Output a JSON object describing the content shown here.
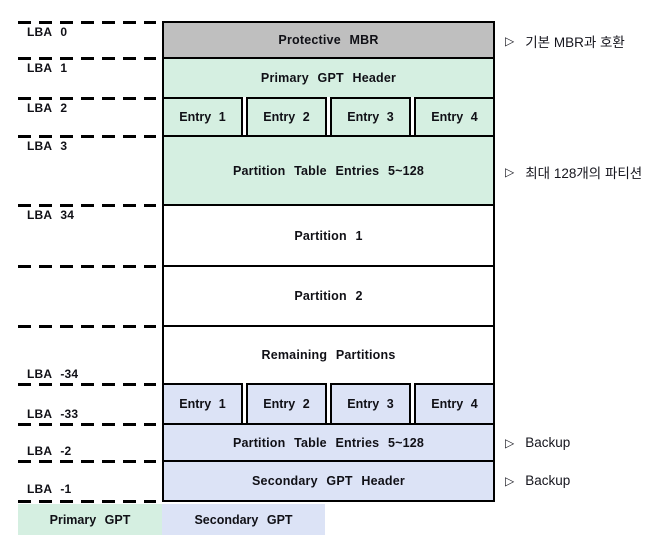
{
  "colors": {
    "gray": "#bfbfbf",
    "green": "#d5efe1",
    "blue": "#dce3f6",
    "border": "#000000"
  },
  "lba_labels": {
    "lba0": "LBA 0",
    "lba1": "LBA 1",
    "lba2": "LBA 2",
    "lba3": "LBA 3",
    "lba34": "LBA 34",
    "lban34": "LBA -34",
    "lban33": "LBA -33",
    "lban2": "LBA -2",
    "lban1": "LBA -1"
  },
  "boxes": {
    "protective_mbr": "Protective MBR",
    "primary_gpt_header": "Primary GPT Header",
    "entries_primary": [
      "Entry 1",
      "Entry 2",
      "Entry 3",
      "Entry 4"
    ],
    "pt_entries_primary": "Partition Table Entries 5~128",
    "partition1": "Partition 1",
    "partition2": "Partition 2",
    "remaining": "Remaining Partitions",
    "entries_secondary": [
      "Entry 1",
      "Entry 2",
      "Entry 3",
      "Entry 4"
    ],
    "pt_entries_secondary": "Partition Table Entries 5~128",
    "secondary_gpt_header": "Secondary GPT Header"
  },
  "annotations": {
    "marker": "▷",
    "mbr_compat": "기본 MBR과 호환",
    "max_partitions": "최대 128개의 파티션",
    "backup_table": "Backup",
    "backup_header": "Backup"
  },
  "legend": {
    "primary": "Primary GPT",
    "secondary": "Secondary GPT"
  }
}
